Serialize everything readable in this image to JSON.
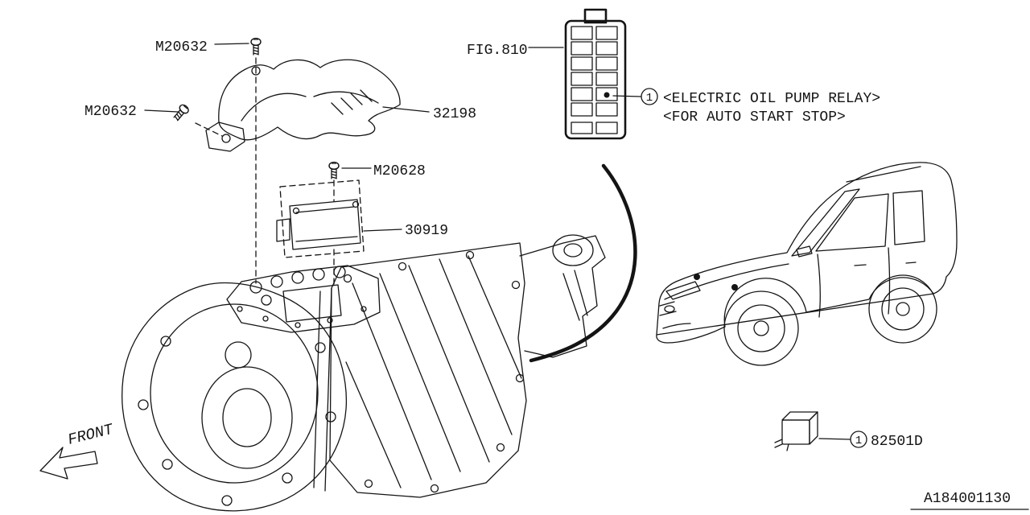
{
  "colors": {
    "ink": "#141414",
    "paper": "#ffffff"
  },
  "labels": {
    "m20632_top": "M20632",
    "m20632_left": "M20632",
    "fig810": "FIG.810",
    "shield": "32198",
    "m20628": "M20628",
    "module": "30919",
    "relay_note1": "<ELECTRIC OIL PUMP RELAY>",
    "relay_note2": "<FOR AUTO START STOP>",
    "relay_part": "82501D",
    "front": "FRONT",
    "doc_id": "A184001130",
    "callout": "1"
  }
}
